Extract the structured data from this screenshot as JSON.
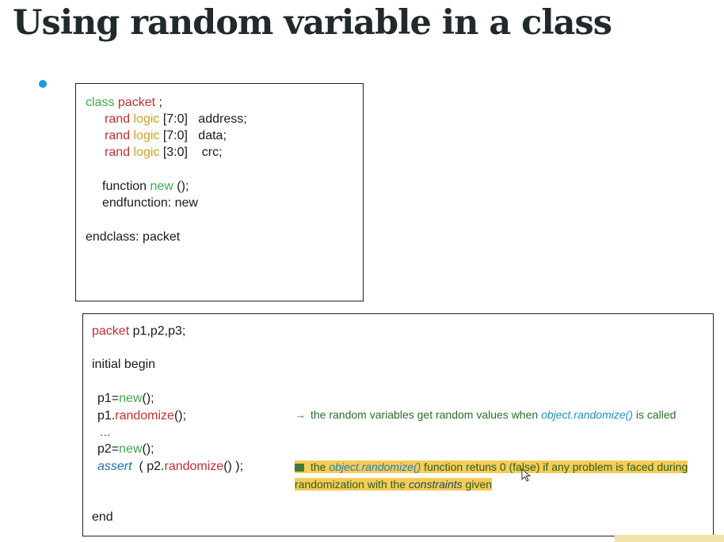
{
  "slide": {
    "title": "Using random variable in a class"
  },
  "code_box_1": {
    "line1": {
      "kw": "class",
      "name": "packet",
      "rest": " ;"
    },
    "line2": {
      "rand": "rand",
      "type": "logic",
      "range": " [7:0]",
      "var": "   address;"
    },
    "line3": {
      "rand": "rand",
      "type": "logic",
      "range": " [7:0]",
      "var": "   data;"
    },
    "line4": {
      "rand": "rand",
      "type": "logic",
      "range": " [3:0]",
      "var": "    crc;"
    },
    "line5": {
      "pre": "function ",
      "kw": "new",
      "rest": " ();"
    },
    "line6": "endfunction: new",
    "line7": "endclass: packet"
  },
  "code_box_2": {
    "line1": {
      "kw": "packet",
      "rest": " p1,p2,p3;"
    },
    "line2": "initial begin",
    "line3": {
      "pre": "p1=",
      "kw": "new",
      "rest": "();"
    },
    "line4": {
      "pre": "p1.",
      "kw": "randomize",
      "rest": "();"
    },
    "line5": "...",
    "line6": {
      "pre": "p2=",
      "kw": "new",
      "rest": "();"
    },
    "line7": {
      "kw": "assert",
      "pre": "  ( p2.",
      "fn": "randomize",
      "rest": "() );"
    },
    "line8": "end"
  },
  "annotations": {
    "note1": {
      "arrow": "→",
      "text": "the random variables get random values when ",
      "obj": "object.randomize()",
      "tail": " is called"
    },
    "note2": {
      "pre": "the ",
      "obj": "object.randomize()",
      "mid": " function retuns 0 (false) if any problem is faced during randomization with the ",
      "cons": "constraints",
      "tail": " given"
    }
  },
  "colors": {
    "keyword_green": "#3bab4a",
    "keyword_red": "#c42e2e",
    "keyword_orange": "#d4a021",
    "highlight": "#f6cc56",
    "bullet": "#1e9bd7"
  }
}
